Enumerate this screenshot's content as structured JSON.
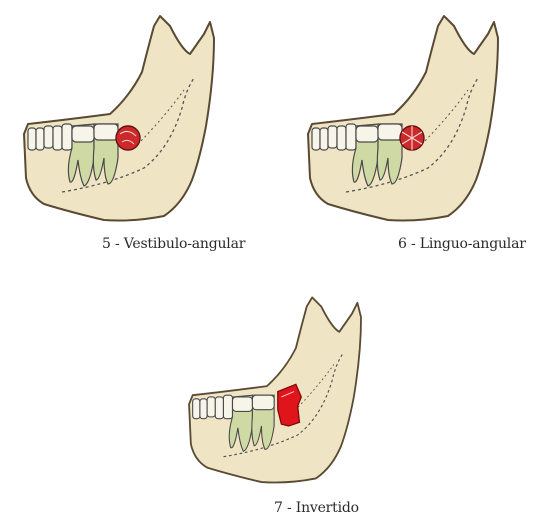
{
  "diagrams": [
    {
      "id": "5",
      "caption": "5 - Vestibulo-angular",
      "impaction": "round",
      "impaction_color": "#cc2a2a"
    },
    {
      "id": "6",
      "caption": "6 - Linguo-angular",
      "impaction": "round-crossed",
      "impaction_color": "#cc2a2a"
    },
    {
      "id": "7",
      "caption": "7 - Invertido",
      "impaction": "inverted",
      "impaction_color": "#e0141b"
    }
  ],
  "colors": {
    "bone_fill": "#efe4c4",
    "bone_outline": "#5a4a34",
    "tooth_fill": "#f7f5ea",
    "molar_root_fill": "#cfd9a4",
    "canal_line": "#555555"
  }
}
